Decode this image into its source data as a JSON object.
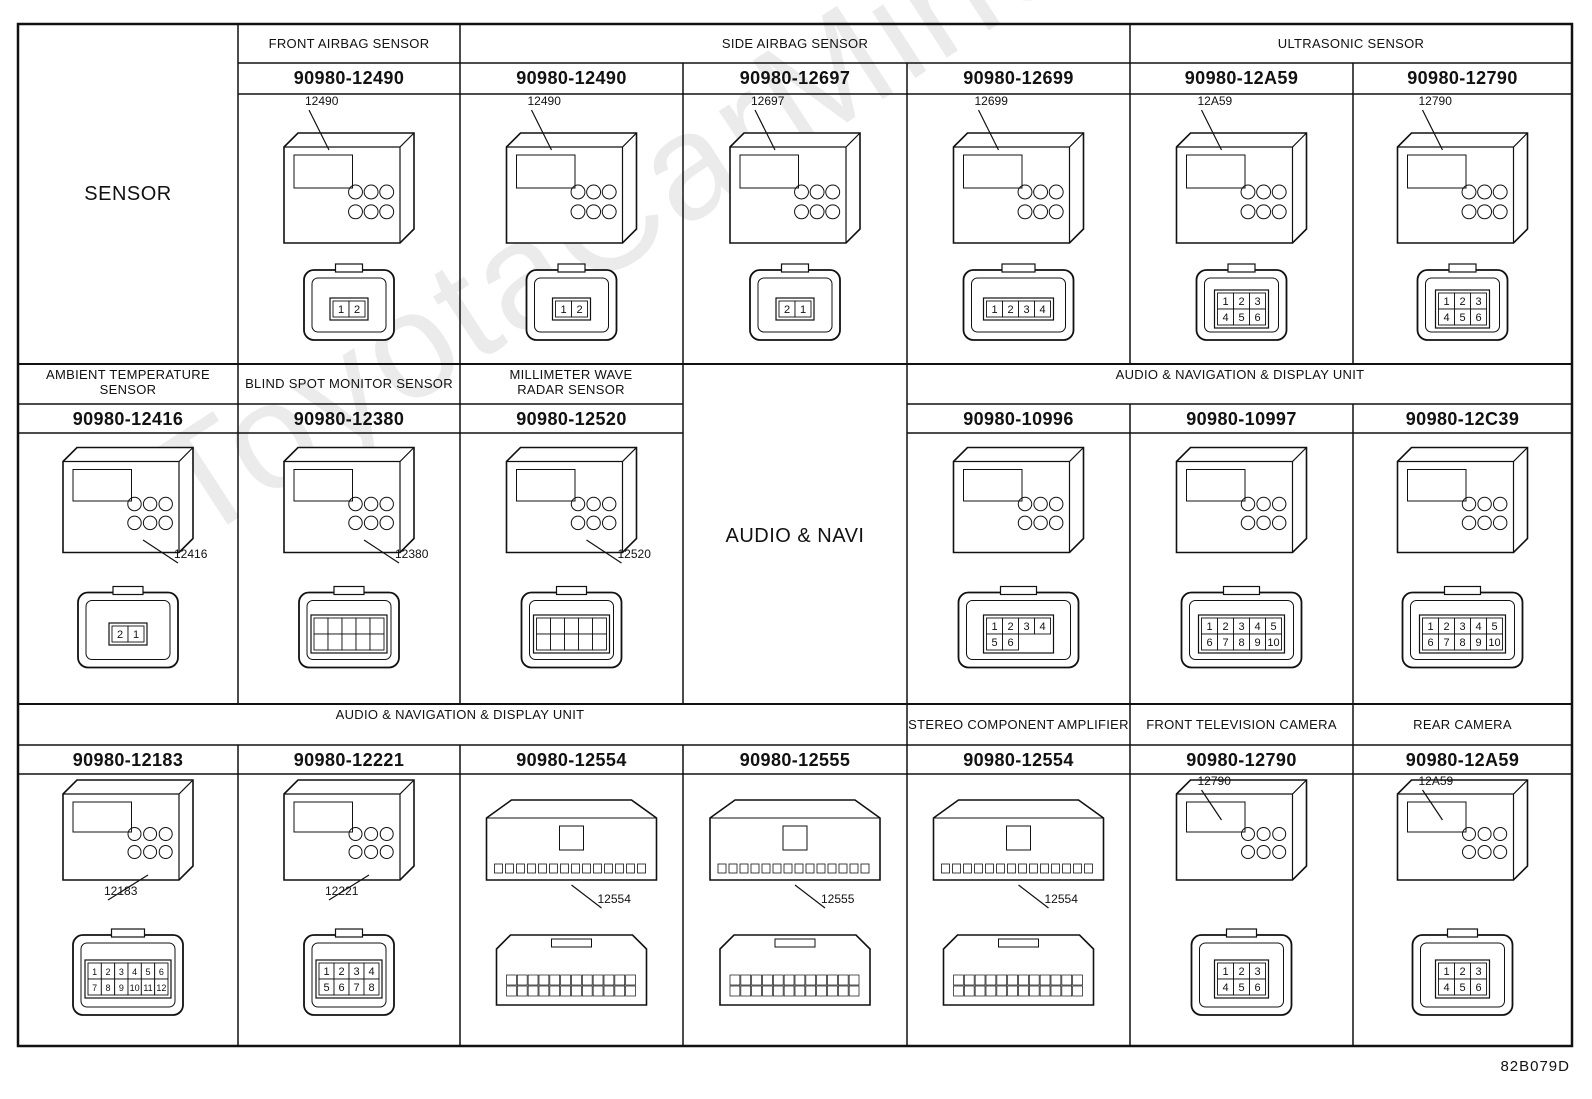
{
  "document_code": "82B079D",
  "watermark": "ToyotaCarMine.ru",
  "row1": {
    "group_label": "SENSOR",
    "headers": [
      "FRONT AIRBAG SENSOR",
      "SIDE AIRBAG SENSOR",
      "ULTRASONIC SENSOR"
    ],
    "parts": [
      "90980-12490",
      "90980-12490",
      "90980-12697",
      "90980-12699",
      "90980-12A59",
      "90980-12790"
    ],
    "callouts": [
      "12490",
      "12490",
      "12697",
      "12699",
      "12A59",
      "12790"
    ],
    "pins": [
      [
        "1",
        "2"
      ],
      [
        "1",
        "2"
      ],
      [
        "2",
        "1"
      ],
      [
        "1",
        "2",
        "3",
        "4"
      ],
      [
        "1",
        "2",
        "3",
        "4",
        "5",
        "6"
      ],
      [
        "1",
        "2",
        "3",
        "4",
        "5",
        "6"
      ]
    ]
  },
  "row2": {
    "headers": [
      "AMBIENT TEMPERATURE SENSOR",
      "BLIND SPOT MONITOR SENSOR",
      "MILLIMETER WAVE RADAR SENSOR",
      "AUDIO & NAVIGATION & DISPLAY UNIT"
    ],
    "center_label": "AUDIO & NAVI",
    "parts": [
      "90980-12416",
      "90980-12380",
      "90980-12520",
      "90980-10996",
      "90980-10997",
      "90980-12C39"
    ],
    "callouts": [
      "12416",
      "12380",
      "12520"
    ],
    "pins": [
      [
        "2",
        "1"
      ],
      [],
      [],
      [
        "1",
        "2",
        "3",
        "4",
        "5",
        "6"
      ],
      [
        "1",
        "2",
        "3",
        "4",
        "5",
        "6",
        "7",
        "8",
        "9",
        "10"
      ],
      [
        "1",
        "2",
        "3",
        "4",
        "5",
        "6",
        "7",
        "8",
        "9",
        "10"
      ]
    ]
  },
  "row3": {
    "headers": [
      "AUDIO & NAVIGATION & DISPLAY UNIT",
      "STEREO COMPONENT AMPLIFIER",
      "FRONT TELEVISION CAMERA",
      "REAR CAMERA"
    ],
    "parts": [
      "90980-12183",
      "90980-12221",
      "90980-12554",
      "90980-12555",
      "90980-12554",
      "90980-12790",
      "90980-12A59"
    ],
    "callouts": [
      "12183",
      "12221",
      "12554",
      "12555",
      "12554",
      "12790",
      "12A59"
    ],
    "pins": [
      [
        "1",
        "2",
        "3",
        "4",
        "5",
        "6",
        "7",
        "8",
        "9",
        "10",
        "11",
        "12"
      ],
      [
        "1",
        "2",
        "3",
        "4",
        "5",
        "6",
        "7",
        "8"
      ],
      [],
      [],
      [],
      [
        "1",
        "2",
        "3",
        "4",
        "5",
        "6"
      ],
      [
        "1",
        "2",
        "3",
        "4",
        "5",
        "6"
      ]
    ]
  }
}
